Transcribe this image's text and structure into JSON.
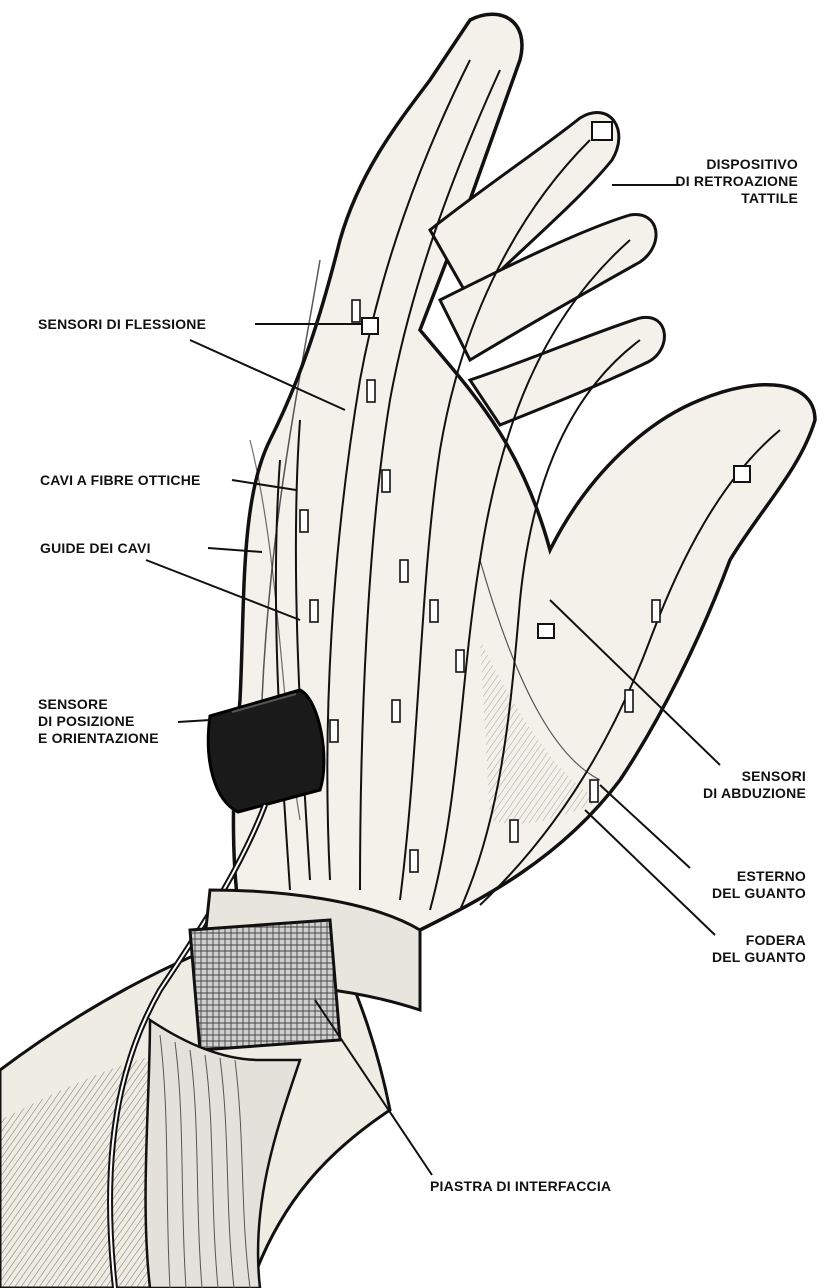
{
  "labels": {
    "tactile_feedback": [
      "DISPOSITIVO",
      "DI RETROAZIONE",
      "TATTILE"
    ],
    "flex_sensors": "SENSORI DI FLESSIONE",
    "fiber_optic_cables": "CAVI A FIBRE OTTICHE",
    "cable_guides": "GUIDE DEI CAVI",
    "position_sensor": [
      "SENSORE",
      "DI POSIZIONE",
      "E ORIENTAZIONE"
    ],
    "abduction_sensors": [
      "SENSORI",
      "DI ABDUZIONE"
    ],
    "glove_exterior": [
      "ESTERNO",
      "DEL GUANTO"
    ],
    "glove_lining": [
      "FODERA",
      "DEL GUANTO"
    ],
    "interface_board": "PIASTRA DI INTERFACCIA"
  },
  "colors": {
    "ink": "#111111",
    "skin": "#f4f1ea",
    "sensor": "#1a1a1a"
  }
}
